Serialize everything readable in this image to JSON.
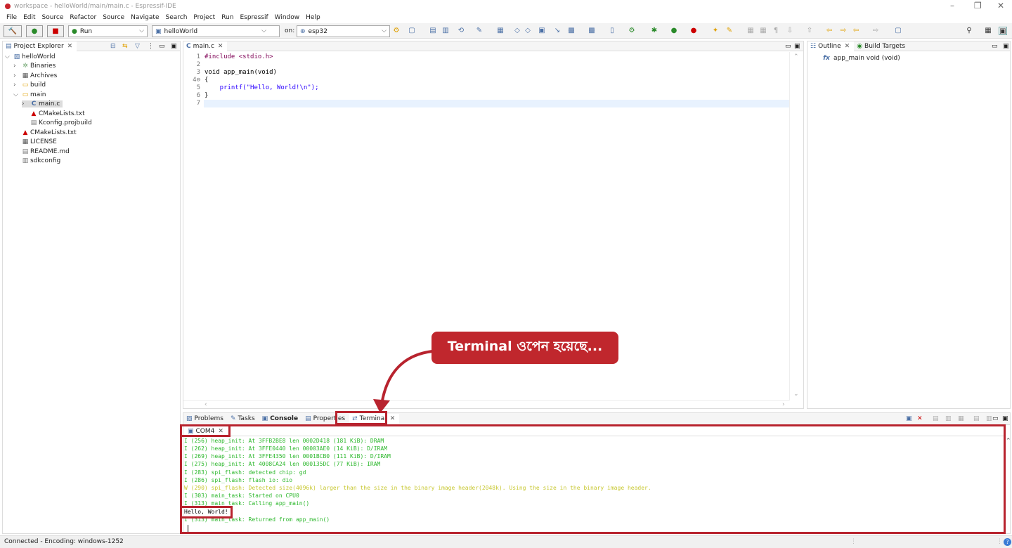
{
  "window": {
    "title": "workspace - helloWorld/main/main.c - Espressif-IDE",
    "controls": [
      "–",
      "❐",
      "✕"
    ]
  },
  "menu": [
    "File",
    "Edit",
    "Source",
    "Refactor",
    "Source",
    "Navigate",
    "Search",
    "Project",
    "Run",
    "Espressif",
    "Window",
    "Help"
  ],
  "toolbar": {
    "launch_mode": "Run",
    "launch_config": "helloWorld",
    "on_label": "on:",
    "target": "esp32"
  },
  "explorer": {
    "tab_label": "Project Explorer",
    "items": [
      {
        "label": "helloWorld",
        "icon": "project-icon"
      },
      {
        "label": "Binaries",
        "icon": "binaries-icon"
      },
      {
        "label": "Archives",
        "icon": "archives-icon"
      },
      {
        "label": "build",
        "icon": "folder-icon"
      },
      {
        "label": "main",
        "icon": "folder-icon"
      },
      {
        "label": "main.c",
        "icon": "c-file-icon"
      },
      {
        "label": "CMakeLists.txt",
        "icon": "cmake-icon"
      },
      {
        "label": "Kconfig.projbuild",
        "icon": "text-file-icon"
      },
      {
        "label": "CMakeLists.txt",
        "icon": "cmake-icon"
      },
      {
        "label": "LICENSE",
        "icon": "license-icon"
      },
      {
        "label": "README.md",
        "icon": "text-file-icon"
      },
      {
        "label": "sdkconfig",
        "icon": "config-icon"
      }
    ]
  },
  "editor": {
    "tab_label": "main.c",
    "lines": [
      {
        "n": "1",
        "text": "#include <stdio.h>"
      },
      {
        "n": "2",
        "text": ""
      },
      {
        "n": "3",
        "text": "void app_main(void)"
      },
      {
        "n": "4⊖",
        "text": "{"
      },
      {
        "n": "5",
        "text": "    printf(\"Hello, World!\\n\");"
      },
      {
        "n": "6",
        "text": "}"
      },
      {
        "n": "7",
        "text": ""
      }
    ]
  },
  "outline": {
    "tab_outline": "Outline",
    "tab_build_targets": "Build Targets",
    "item": "app_main void (void)"
  },
  "bottom": {
    "tabs": [
      "Problems",
      "Tasks",
      "Console",
      "Properties",
      "Terminal"
    ],
    "terminal_tab": "COM4",
    "lines": [
      {
        "color": "green",
        "text": "I (256) heap_init: At 3FFB2BE8 len 0002D418 (181 KiB): DRAM"
      },
      {
        "color": "green",
        "text": "I (262) heap_init: At 3FFE0440 len 00003AE0 (14 KiB): D/IRAM"
      },
      {
        "color": "green",
        "text": "I (269) heap_init: At 3FFE4350 len 0001BCB0 (111 KiB): D/IRAM"
      },
      {
        "color": "green",
        "text": "I (275) heap_init: At 4008CA24 len 000135DC (77 KiB): IRAM"
      },
      {
        "color": "green",
        "text": "I (283) spi_flash: detected chip: gd"
      },
      {
        "color": "green",
        "text": "I (286) spi_flash: flash io: dio"
      },
      {
        "color": "yellow",
        "text": "W (290) spi_flash: Detected size(4096k) larger than the size in the binary image header(2048k). Using the size in the binary image header."
      },
      {
        "color": "green",
        "text": "I (303) main_task: Started on CPU0"
      },
      {
        "color": "green",
        "text": "I (313) main_task: Calling app_main()"
      },
      {
        "color": "black",
        "text": "Hello, World!"
      },
      {
        "color": "green",
        "text": "I (313) main_task: Returned from app_main()"
      }
    ]
  },
  "callout": "Terminal ওপেন হয়েছে...",
  "status": {
    "text": "Connected - Encoding: windows-1252"
  },
  "colors": {
    "accent_red": "#b8232e",
    "terminal_green": "#2db82d",
    "terminal_yellow": "#c8c832"
  }
}
